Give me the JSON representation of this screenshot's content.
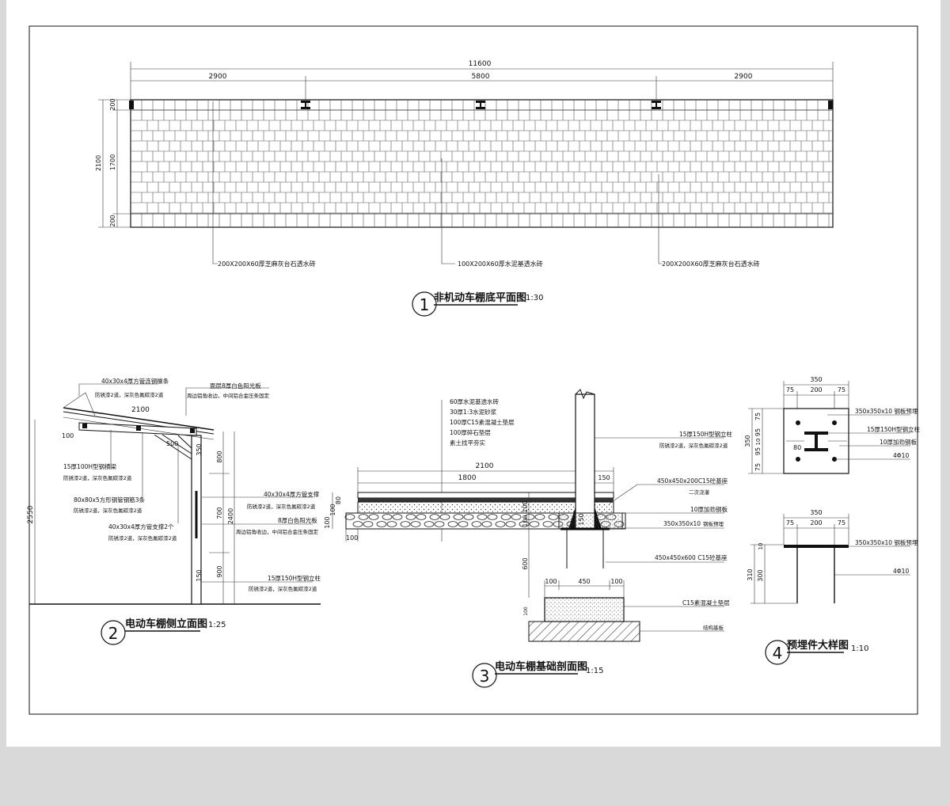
{
  "plan": {
    "total_dim": "11600",
    "seg_dims": [
      "2900",
      "5800",
      "2900"
    ],
    "v_total": "2100",
    "v_dims": [
      "200",
      "1700",
      "200"
    ],
    "callouts": [
      "200X200X60厚芝麻灰台石透水砖",
      "100X200X60厚水泥基透水砖",
      "200X200X60厚芝麻灰台石透水砖"
    ],
    "title": "非机动车棚底平面图",
    "num": "1",
    "scale": "1:30"
  },
  "side": {
    "dims": {
      "span": "2100",
      "eave": "100",
      "bracket": "500",
      "d350": "350",
      "d800": "800",
      "d700": "700",
      "d2400": "2400",
      "d900": "900",
      "d150": "150",
      "total": "2550"
    },
    "notes": [
      {
        "t1": "40x30x4厚方管连钢檩条",
        "t2": "防锈漆2道，深灰色氟碳漆2道"
      },
      {
        "t1": "面层8厚白色阳光板",
        "t2": "周边铝角收边，中间铝合金压条固定"
      },
      {
        "t1": "15厚100H型钢横梁",
        "t2": "防锈漆2道，深灰色氟碳漆2道"
      },
      {
        "t1": "80x80x5方形钢管钢筋3条",
        "t2": "防锈漆2道，深灰色氟碳漆2道"
      },
      {
        "t1": "40x30x4厚方管支撑2个",
        "t2": "防锈漆2道，深灰色氟碳漆2道"
      },
      {
        "t1": "40x30x4厚方管支撑",
        "t2": "防锈漆2道，深灰色氟碳漆2道"
      },
      {
        "t1": "8厚白色阳光板",
        "t2": "周边铝角收边，中间铝合金压条固定"
      },
      {
        "t1": "15厚150H型钢立柱",
        "t2": "防锈漆2道，深灰色氟碳漆2道"
      }
    ],
    "title": "电动车棚侧立面图",
    "num": "2",
    "scale": "1:25"
  },
  "foundation": {
    "layers": [
      "60厚水泥基透水砖",
      "30厚1:3水泥砂浆",
      "100厚C15素混凝土垫层",
      "100厚碎石垫层",
      "素土找平夯实"
    ],
    "dims": {
      "d2100": "2100",
      "d1800": "1800",
      "d150a": "150",
      "d150b": "150",
      "h100a": "100",
      "h100b": "100",
      "h80": "80",
      "side100": "100",
      "h150": "150",
      "h100c": "100",
      "h100d": "100",
      "d600": "600",
      "w100a": "100",
      "w450": "450",
      "w100b": "100",
      "v100": "100"
    },
    "notes": [
      {
        "t1": "15厚150H型钢立柱",
        "t2": "防锈漆2道，深灰色氟碳漆2道"
      },
      {
        "t1": "450x450x200C15砼基座",
        "t2": "二次浇灌"
      },
      {
        "t1": "10厚加劲钢板",
        "t2": ""
      },
      {
        "t1": "350x350x10",
        "t2": "钢板预埋"
      },
      {
        "t1": "450x450x600 C15砼基座",
        "t2": ""
      },
      {
        "t1": "C15素混凝土垫层",
        "t2": ""
      },
      {
        "t1": "结构基板",
        "t2": ""
      }
    ],
    "title": "电动车棚基础剖面图",
    "num": "3",
    "scale": "1:15"
  },
  "embed": {
    "top_dims": [
      "350",
      "75",
      "200",
      "75"
    ],
    "side_dims": [
      "350",
      "75",
      "95",
      "10",
      "95",
      "75"
    ],
    "inner": "80",
    "notes": [
      "350x350x10  钢板预埋",
      "15厚150H型钢立柱",
      "10厚加劲钢板",
      "4Φ10"
    ],
    "elev_top_dims": [
      "350",
      "75",
      "200",
      "75"
    ],
    "elev_side_dims": [
      "310",
      "300",
      "10"
    ],
    "elev_notes": [
      "350x350x10  钢板预埋",
      "4Φ10"
    ],
    "title": "预埋件大样图",
    "num": "4",
    "scale": "1:10"
  }
}
